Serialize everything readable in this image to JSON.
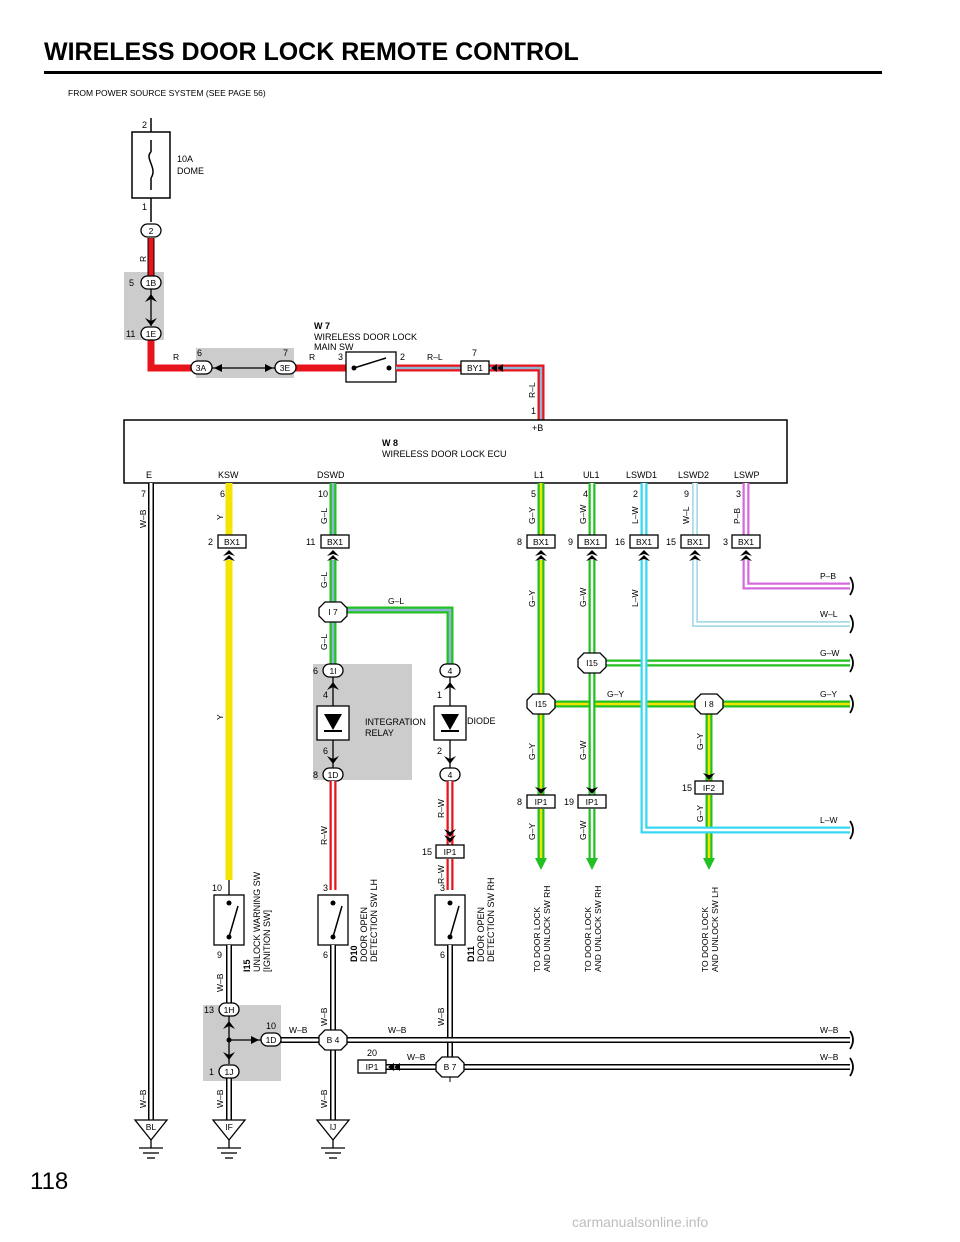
{
  "title": "WIRELESS DOOR LOCK REMOTE CONTROL",
  "source_note": "FROM POWER SOURCE SYSTEM (SEE PAGE 56)",
  "page_number": "118",
  "watermark": "carmanualsonline.info",
  "fuse": {
    "rating": "10A",
    "name": "DOME",
    "pin_top": "2",
    "pin_bottom": "1"
  },
  "connectors": {
    "c2": "2",
    "c1B": "1B",
    "c1B_pin": "5",
    "c1E": "1E",
    "c1E_pin": "11",
    "c3A": "3A",
    "c3A_pin": "6",
    "c3E": "3E",
    "c3E_pin": "7",
    "by1": "BY1",
    "by1_pin": "7",
    "bx1": "BX1",
    "ip1": "IP1",
    "if2": "IF2",
    "c1I": "1I",
    "c1D": "1D",
    "c1H": "1H",
    "c1J": "1J",
    "c4": "4"
  },
  "main_sw": {
    "code": "W 7",
    "line1": "WIRELESS DOOR LOCK",
    "line2": "MAIN SW",
    "pin_in": "3",
    "pin_out": "2"
  },
  "ecu": {
    "code": "W 8",
    "name": "WIRELESS DOOR LOCK ECU",
    "top_pin": "1",
    "top_label": "+B",
    "pins": [
      {
        "label": "E",
        "num": "7"
      },
      {
        "label": "KSW",
        "num": "6"
      },
      {
        "label": "DSWD",
        "num": "10"
      },
      {
        "label": "L1",
        "num": "5"
      },
      {
        "label": "UL1",
        "num": "4"
      },
      {
        "label": "LSWD1",
        "num": "2"
      },
      {
        "label": "LSWD2",
        "num": "9"
      },
      {
        "label": "LSWP",
        "num": "3"
      }
    ]
  },
  "wires": {
    "r": "R",
    "rl": "R–L",
    "wb": "W–B",
    "y": "Y",
    "gl": "G–L",
    "gy": "G–Y",
    "gw": "G–W",
    "lw": "L–W",
    "wl": "W–L",
    "pb": "P–B",
    "rw": "R–W"
  },
  "bx1_pins": [
    "2",
    "11",
    "8",
    "9",
    "16",
    "15",
    "3"
  ],
  "junctions": {
    "i7": "I 7",
    "i15": "I15",
    "i8": "I 8",
    "b4": "B 4",
    "b7": "B 7"
  },
  "relay": {
    "line1": "INTEGRATION",
    "line2": "RELAY",
    "pin_a": "4",
    "pin_b": "6",
    "c1I_pin": "6",
    "c1D_pin": "8"
  },
  "diode": {
    "name": "DIODE",
    "pin_a": "1",
    "pin_b": "2"
  },
  "ip1_pins": {
    "gy": "8",
    "gw": "19",
    "rw": "15",
    "wb": "20"
  },
  "if2_pin": "15",
  "i15_sw": {
    "code": "I15",
    "line1": "UNLOCK WARNING SW",
    "line2": "[IGNITION SW]",
    "pin_top": "10",
    "pin_bottom": "9"
  },
  "d10_sw": {
    "code": "D10",
    "line1": "DOOR OPEN",
    "line2": "DETECTION SW LH",
    "pin_top": "3",
    "pin_bottom": "6"
  },
  "d11_sw": {
    "code": "D11",
    "line1": "DOOR OPEN",
    "line2": "DETECTION SW RH",
    "pin_top": "3",
    "pin_bottom": "6"
  },
  "dest": {
    "line1": "TO DOOR LOCK",
    "rh": "AND UNLOCK SW RH",
    "lh": "AND UNLOCK SW LH"
  },
  "lower_conn": {
    "c1H_pin": "13",
    "c1D_pin": "10",
    "c1J_pin": "1"
  },
  "grounds": [
    "BL",
    "IF",
    "IJ"
  ]
}
